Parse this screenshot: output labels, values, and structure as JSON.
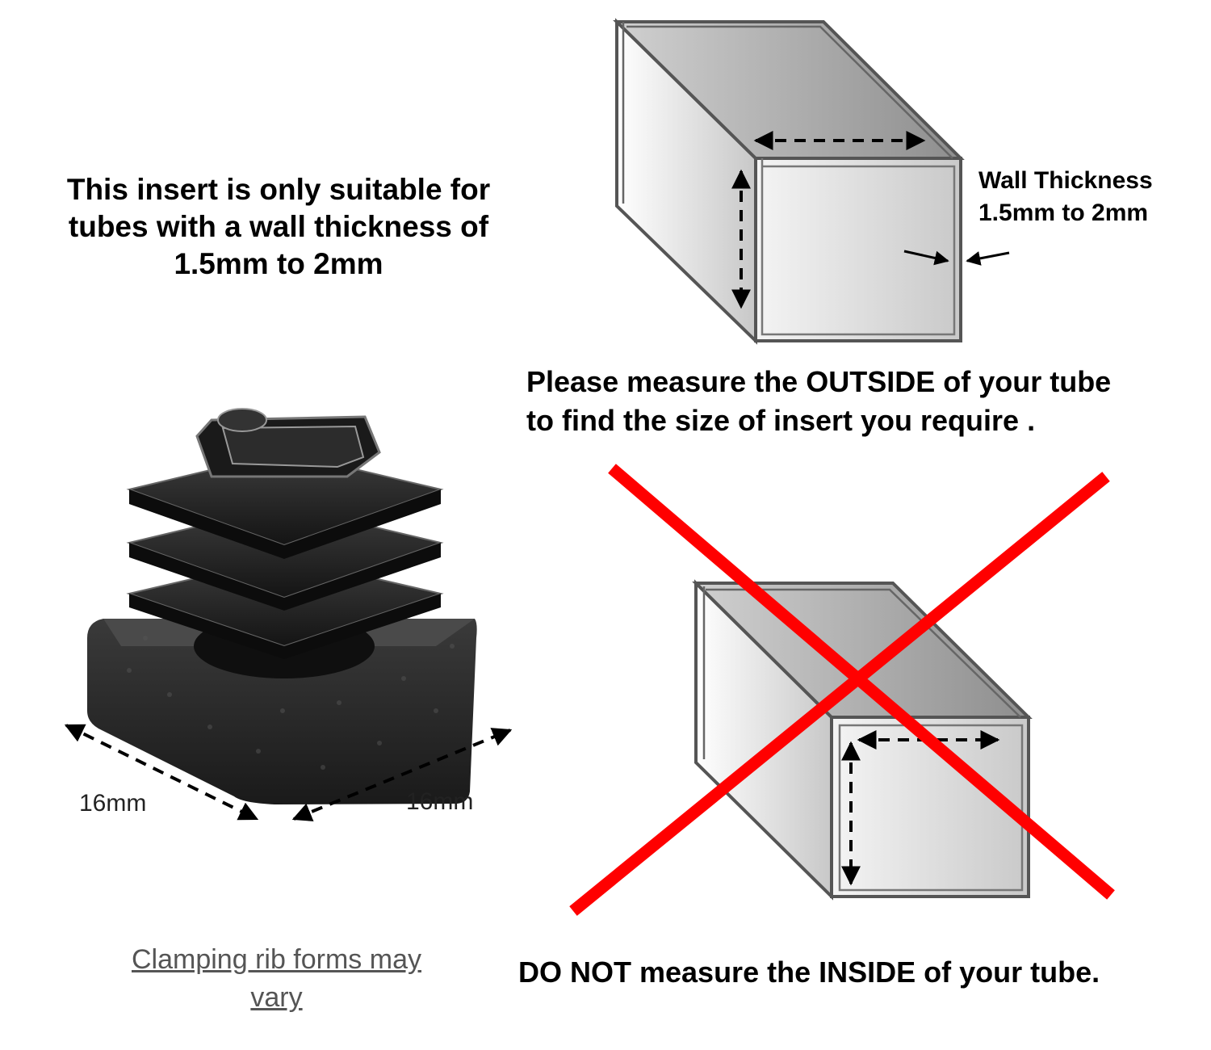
{
  "note": {
    "lines": [
      "This insert is only suitable for",
      "tubes with a wall thickness of",
      "1.5mm to 2mm"
    ]
  },
  "wall_label": {
    "lines": [
      "Wall Thickness",
      "1.5mm to 2mm"
    ]
  },
  "outside_instruction": {
    "lines": [
      "Please measure the OUTSIDE of your tube",
      "to find the size of insert you require ."
    ]
  },
  "inside_instruction": {
    "text": "DO NOT measure the INSIDE of your tube."
  },
  "insert_dimensions": {
    "left": "16mm",
    "right": "16mm"
  },
  "caption": {
    "lines": [
      "Clamping rib forms may",
      "vary"
    ]
  },
  "colors": {
    "cross": "#ff0000",
    "outline": "#555555",
    "insert": "#1a1a1a"
  }
}
